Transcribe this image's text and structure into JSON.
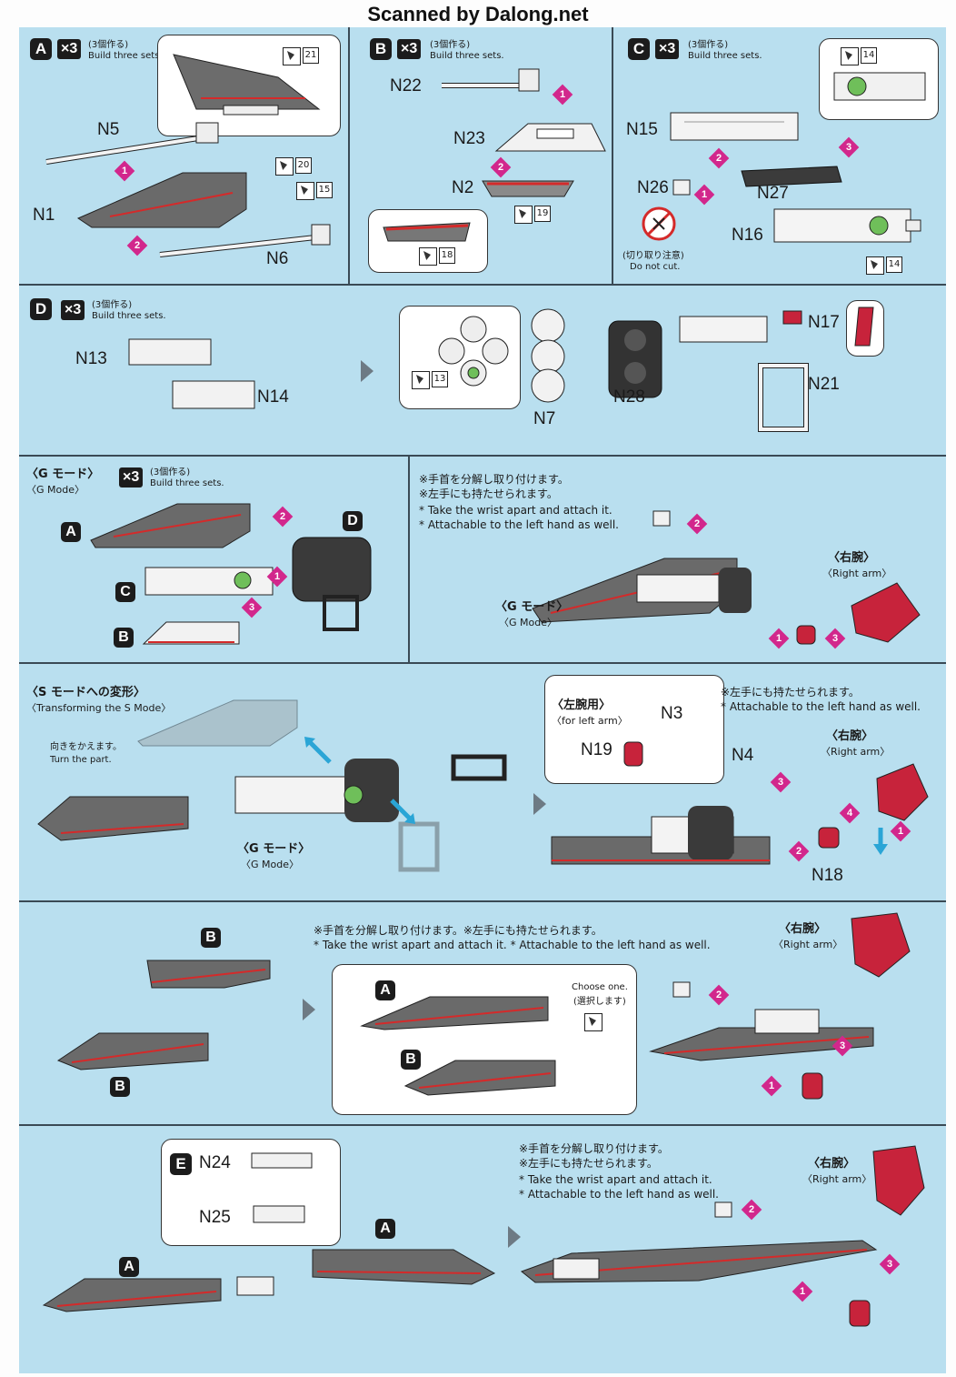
{
  "header": {
    "watermark": "Scanned by Dalong.net"
  },
  "common": {
    "qty": "×3",
    "qty_jp": "(3個作る)",
    "qty_en": "Build three sets.",
    "g_mode_jp": "〈G モード〉",
    "g_mode_en": "〈G Mode〉",
    "right_arm_jp": "〈右腕〉",
    "right_arm_en": "〈Right arm〉",
    "wrist_jp": "※手首を分解し取り付けます。",
    "left_hand_jp": "※左手にも持たせられます。",
    "wrist_en": "* Take the wrist apart and attach it.",
    "left_hand_en": "* Attachable to the left hand as well."
  },
  "step_a": {
    "badge": "A",
    "parts": [
      "N5",
      "N1",
      "N6"
    ],
    "order": [
      "1",
      "2"
    ],
    "stickers": [
      "21",
      "20",
      "15"
    ]
  },
  "step_b": {
    "badge": "B",
    "parts": [
      "N22",
      "N23",
      "N2"
    ],
    "order": [
      "1",
      "2"
    ],
    "stickers": [
      "19",
      "18"
    ]
  },
  "step_c": {
    "badge": "C",
    "parts": [
      "N15",
      "N26",
      "N27",
      "N16"
    ],
    "order": [
      "1",
      "2",
      "3"
    ],
    "stickers": [
      "14",
      "14"
    ],
    "warning_jp": "(切り取り注意)",
    "warning_en": "Do not cut."
  },
  "step_d": {
    "badge": "D",
    "parts": [
      "N13",
      "N14",
      "N7",
      "N28",
      "N17",
      "N21"
    ],
    "stickers": [
      "13"
    ]
  },
  "g_mode": {
    "labels": [
      "A",
      "C",
      "B",
      "D"
    ],
    "order": [
      "1",
      "2",
      "3"
    ]
  },
  "s_mode": {
    "title_jp": "〈S モードへの変形〉",
    "title_en": "〈Transforming the S Mode〉",
    "turn_jp": "向きをかえます。",
    "turn_en": "Turn the part.",
    "left_arm_jp": "〈左腕用〉",
    "left_arm_en": "〈for left arm〉",
    "parts": [
      "N3",
      "N19",
      "N4",
      "N18"
    ],
    "order": [
      "1",
      "2",
      "3",
      "4"
    ]
  },
  "row6": {
    "labels": [
      "B",
      "B",
      "A",
      "B"
    ],
    "wrist_line_jp": "※手首を分解し取り付けます。※左手にも持たせられます。",
    "wrist_line_en": "* Take the wrist apart and attach it. * Attachable to the left hand as well.",
    "choose_en": "Choose one.",
    "choose_jp": "(選択します)",
    "order": [
      "1",
      "2",
      "3"
    ]
  },
  "step_e": {
    "badge": "E",
    "parts": [
      "N24",
      "N25"
    ],
    "labels": [
      "A",
      "A"
    ],
    "order": [
      "1",
      "2",
      "3"
    ]
  },
  "colors": {
    "sheet": "#b9dfef",
    "accent": "#d2278c",
    "red_part": "#c7233b",
    "arrow_blue": "#2aa5d6"
  }
}
